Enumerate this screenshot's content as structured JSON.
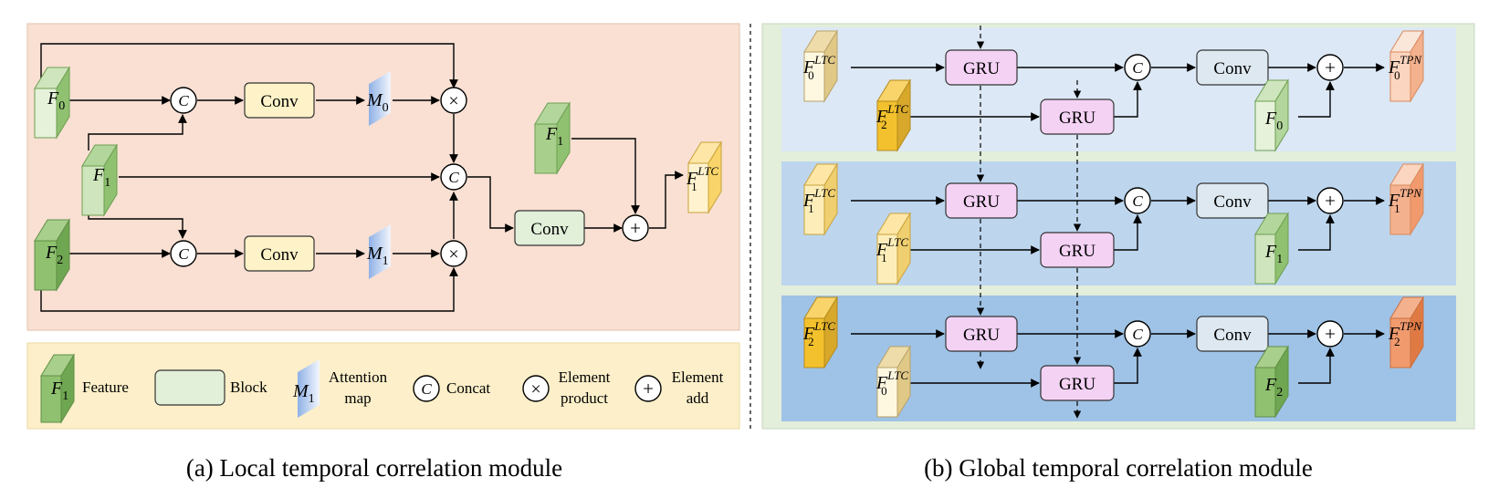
{
  "panel_a": {
    "caption": "(a) Local temporal correlation module",
    "features": [
      {
        "id": "f0",
        "base": "F",
        "sub": "0",
        "sup": ""
      },
      {
        "id": "f1",
        "base": "F",
        "sub": "1",
        "sup": ""
      },
      {
        "id": "f2",
        "base": "F",
        "sub": "2",
        "sup": ""
      },
      {
        "id": "f1r",
        "base": "F",
        "sub": "1",
        "sup": ""
      },
      {
        "id": "out",
        "base": "F",
        "sub": "1",
        "sup": "LTC"
      }
    ],
    "conv_label": "Conv",
    "concat_symbol": "C",
    "product_symbol": "×",
    "add_symbol": "+",
    "attention_maps": [
      {
        "base": "M",
        "sub": "0"
      },
      {
        "base": "M",
        "sub": "1"
      }
    ]
  },
  "legend": {
    "feature_symbol": {
      "base": "F",
      "sub": "1"
    },
    "feature_label": "Feature",
    "block_label": "Block",
    "attention_symbol": {
      "base": "M",
      "sub": "1"
    },
    "attention_label_line1": "Attention",
    "attention_label_line2": "map",
    "concat_symbol": "C",
    "concat_label": "Concat",
    "product_symbol": "×",
    "product_label_line1": "Element",
    "product_label_line2": "product",
    "add_symbol": "+",
    "add_label_line1": "Element",
    "add_label_line2": "add"
  },
  "panel_b": {
    "caption": "(b) Global temporal correlation module",
    "gru_label": "GRU",
    "conv_label": "Conv",
    "concat_symbol": "C",
    "add_symbol": "+",
    "rows": [
      {
        "in_main": {
          "base": "F",
          "sub": "0",
          "sup": "LTC"
        },
        "in_aux": {
          "base": "F",
          "sub": "2",
          "sup": "LTC"
        },
        "residual": {
          "base": "F",
          "sub": "0",
          "sup": ""
        },
        "output": {
          "base": "F",
          "sub": "0",
          "sup": "TPN"
        }
      },
      {
        "in_main": {
          "base": "F",
          "sub": "1",
          "sup": "LTC"
        },
        "in_aux": {
          "base": "F",
          "sub": "1",
          "sup": "LTC"
        },
        "residual": {
          "base": "F",
          "sub": "1",
          "sup": ""
        },
        "output": {
          "base": "F",
          "sub": "1",
          "sup": "TPN"
        }
      },
      {
        "in_main": {
          "base": "F",
          "sub": "2",
          "sup": "LTC"
        },
        "in_aux": {
          "base": "F",
          "sub": "0",
          "sup": "LTC"
        },
        "residual": {
          "base": "F",
          "sub": "2",
          "sup": ""
        },
        "output": {
          "base": "F",
          "sub": "2",
          "sup": "TPN"
        }
      }
    ]
  },
  "colors": {
    "panel_a_bg": "#f9e0d3",
    "legend_bg": "#fcefc9",
    "panel_b_outer": "#e3eedb",
    "row_bg": [
      "#dce8f5",
      "#bdd6ee",
      "#9fc3e6"
    ],
    "feature_green": [
      "#e6f2da",
      "#b3d69c",
      "#8fc170",
      "#cfe5bd",
      "#a9cf8c"
    ],
    "feature_yellow": [
      "#fff8e1",
      "#fde6a6",
      "#f8d46a",
      "#f3c12d"
    ],
    "feature_orange": [
      "#fbd5c0",
      "#f4b18e",
      "#f09a6e"
    ],
    "conv_block": "#fef3c8",
    "conv_block_a_out": "#e2efd9",
    "conv_block_b": "#dde8f0",
    "gru_block": "#f4d2f4",
    "attention": "#a9c3ec"
  }
}
